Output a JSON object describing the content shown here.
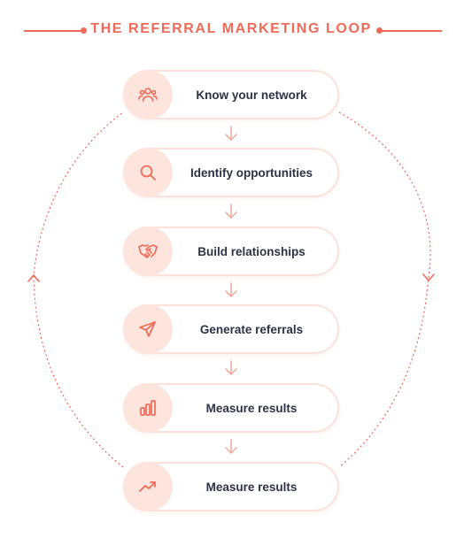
{
  "title": "THE REFERRAL MARKETING LOOP",
  "accent_color": "#ef6a57",
  "steps": [
    {
      "label": "Know your network",
      "icon": "people-icon"
    },
    {
      "label": "Identify opportunities",
      "icon": "search-icon"
    },
    {
      "label": "Build relationships",
      "icon": "handshake-icon"
    },
    {
      "label": "Generate referrals",
      "icon": "send-icon"
    },
    {
      "label": "Measure results",
      "icon": "bar-chart-icon"
    },
    {
      "label": "Measure results",
      "icon": "trending-up-icon"
    }
  ]
}
